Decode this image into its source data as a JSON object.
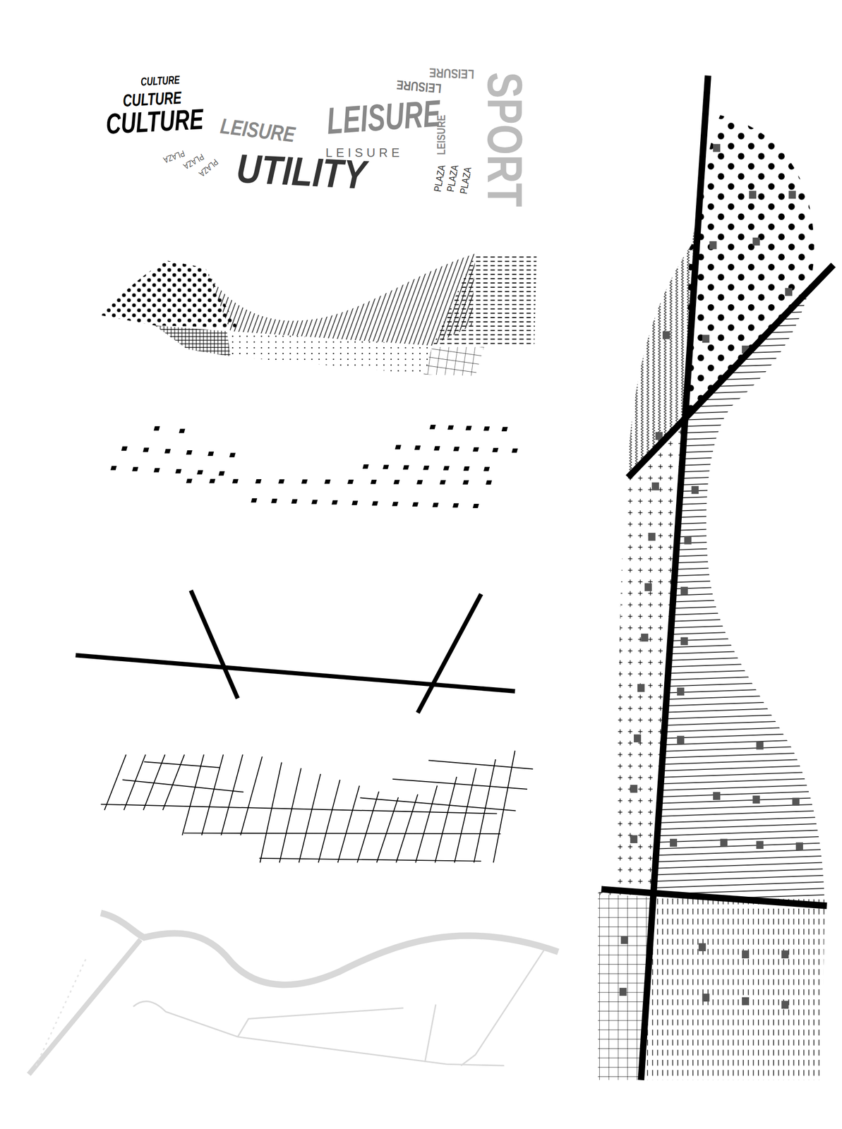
{
  "diagram": {
    "labels": [
      "CULTURE",
      "CULTURE",
      "CULTURE",
      "LEISURE",
      "LEISURE",
      "LEISURE",
      "LEISURE",
      "LEISURE",
      "LEISURE",
      "UTILITY",
      "SPORT",
      "PLAZA",
      "PLAZA",
      "PLAZA",
      "PLAZA",
      "PLAZA",
      "PLAZA"
    ]
  }
}
